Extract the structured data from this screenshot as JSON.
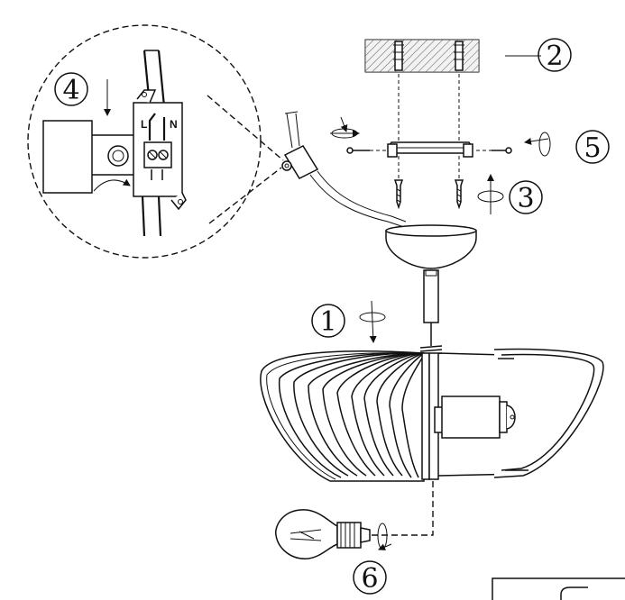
{
  "steps": {
    "s1": "1",
    "s2": "2",
    "s3": "3",
    "s4": "4",
    "s5": "5",
    "s6": "6"
  },
  "terminal_labels": {
    "live": "L",
    "neutral": "N"
  }
}
